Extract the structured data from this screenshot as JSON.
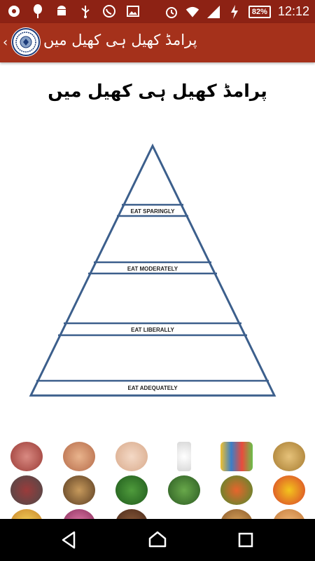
{
  "status_bar": {
    "left_icons": [
      "record-icon",
      "balloon-icon",
      "android-icon",
      "usb-icon",
      "whatsapp-icon",
      "image-icon"
    ],
    "right_icons": [
      "alarm-icon",
      "wifi-icon",
      "signal-icon",
      "charging-icon"
    ],
    "battery": "82%",
    "time": "12:12"
  },
  "app_bar": {
    "back_icon": "chevron-left-icon",
    "title": "پرامڈ کھیل ہی کھیل میں"
  },
  "main": {
    "title": "پرامڈ کھیل ہی کھیل میں",
    "pyramid_labels": [
      "EAT SPARINGLY",
      "EAT MODERATELY",
      "EAT LIBERALLY",
      "EAT ADEQUATELY"
    ]
  },
  "food_items": [
    [
      "meat",
      "brain",
      "chicken",
      "milk",
      "oil-bottles",
      "wheat"
    ],
    [
      "pulses",
      "nuts",
      "spinach",
      "greens",
      "vegetables",
      "fruits"
    ],
    [
      "sweets",
      "onion",
      "sausage",
      "blank",
      "bread",
      "biscuit"
    ]
  ],
  "colors": {
    "status_bar": "#8d2214",
    "app_bar": "#a5311b",
    "pyramid_stroke": "#3c5f8c"
  },
  "nav_bar": {
    "back": "nav-back-icon",
    "home": "nav-home-icon",
    "recents": "nav-recents-icon"
  }
}
